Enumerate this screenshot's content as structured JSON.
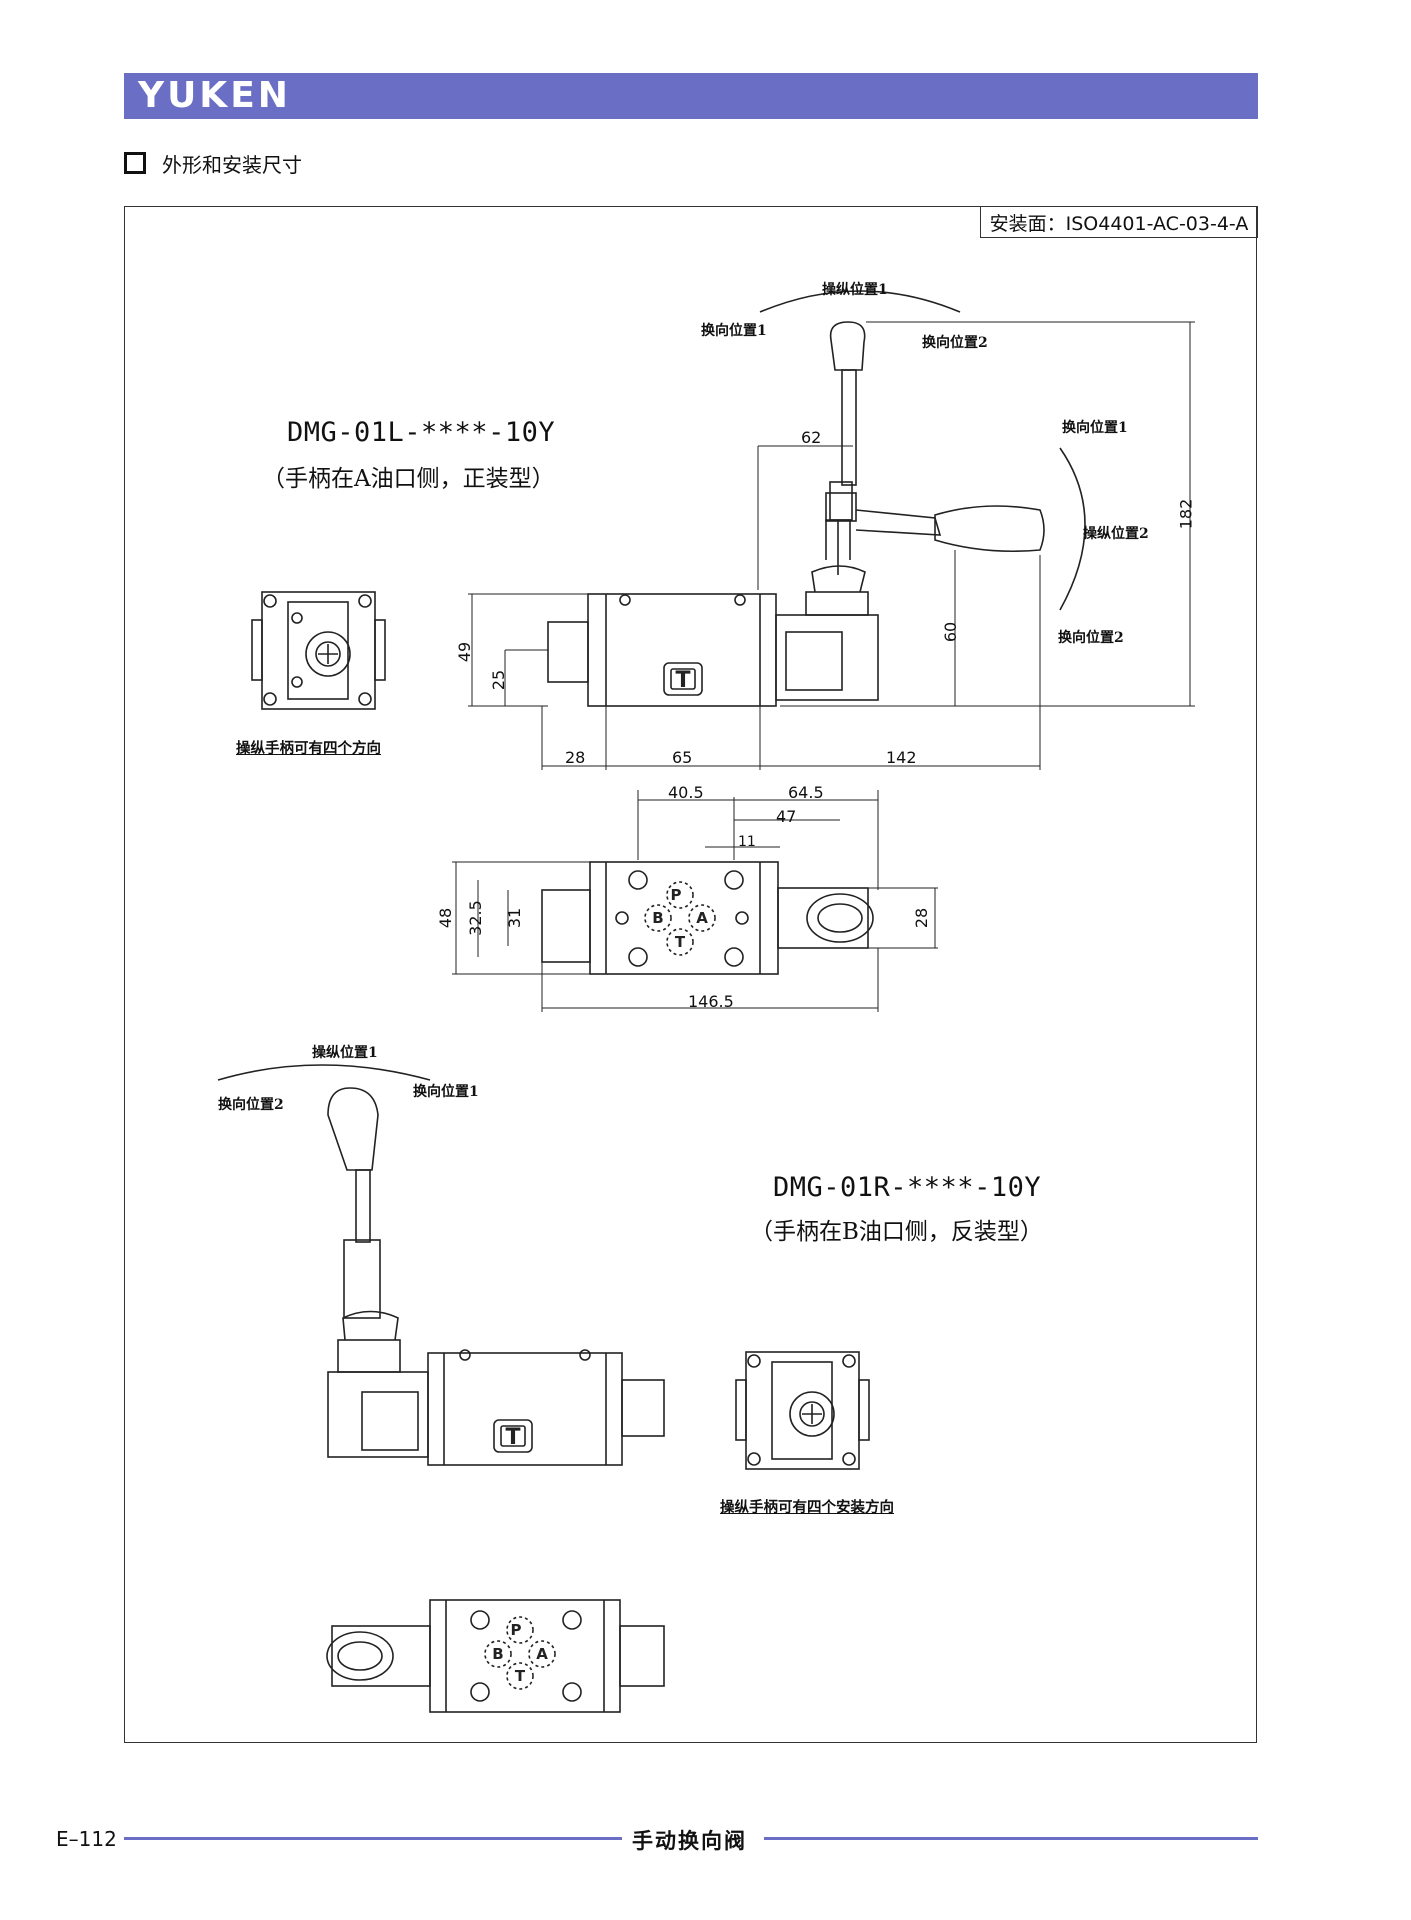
{
  "header": {
    "logo": "YUKEN"
  },
  "section_title": "外形和安装尺寸",
  "mounting_surface": "安装面：ISO4401-AC-03-4-A",
  "model_left": {
    "name": "DMG-01L-****-10Y",
    "subtitle": "（手柄在A油口侧，正装型）",
    "handle_note": "操纵手柄可有四个方向",
    "labels": {
      "op_pos1": "操纵位置1",
      "sw_pos1": "换向位置1",
      "sw_pos2": "换向位置2",
      "side_sw_pos1": "换向位置1",
      "side_op_pos2": "操纵位置2",
      "side_sw_pos2": "换向位置2"
    },
    "dimensions": {
      "d62": "62",
      "d182": "182",
      "d60": "60",
      "d49": "49",
      "d25": "25",
      "d28": "28",
      "d65": "65",
      "d142": "142",
      "d40_5": "40.5",
      "d64_5": "64.5",
      "d47": "47",
      "d11": "11",
      "d48": "48",
      "d32_5": "32.5",
      "d31": "31",
      "d28b": "28",
      "d146_5": "146.5"
    },
    "ports": {
      "p": "P",
      "a": "A",
      "b": "B",
      "t": "T"
    },
    "body_mark": "T"
  },
  "model_right": {
    "name": "DMG-01R-****-10Y",
    "subtitle": "（手柄在B油口侧，反装型）",
    "handle_note": "操纵手柄可有四个安装方向",
    "labels": {
      "op_pos1": "操纵位置1",
      "sw_pos2": "换向位置2",
      "sw_pos1": "换向位置1"
    },
    "ports": {
      "p": "P",
      "a": "A",
      "b": "B",
      "t": "T"
    },
    "body_mark": "T"
  },
  "footer": {
    "page": "E–112",
    "title": "手动换向阀"
  }
}
